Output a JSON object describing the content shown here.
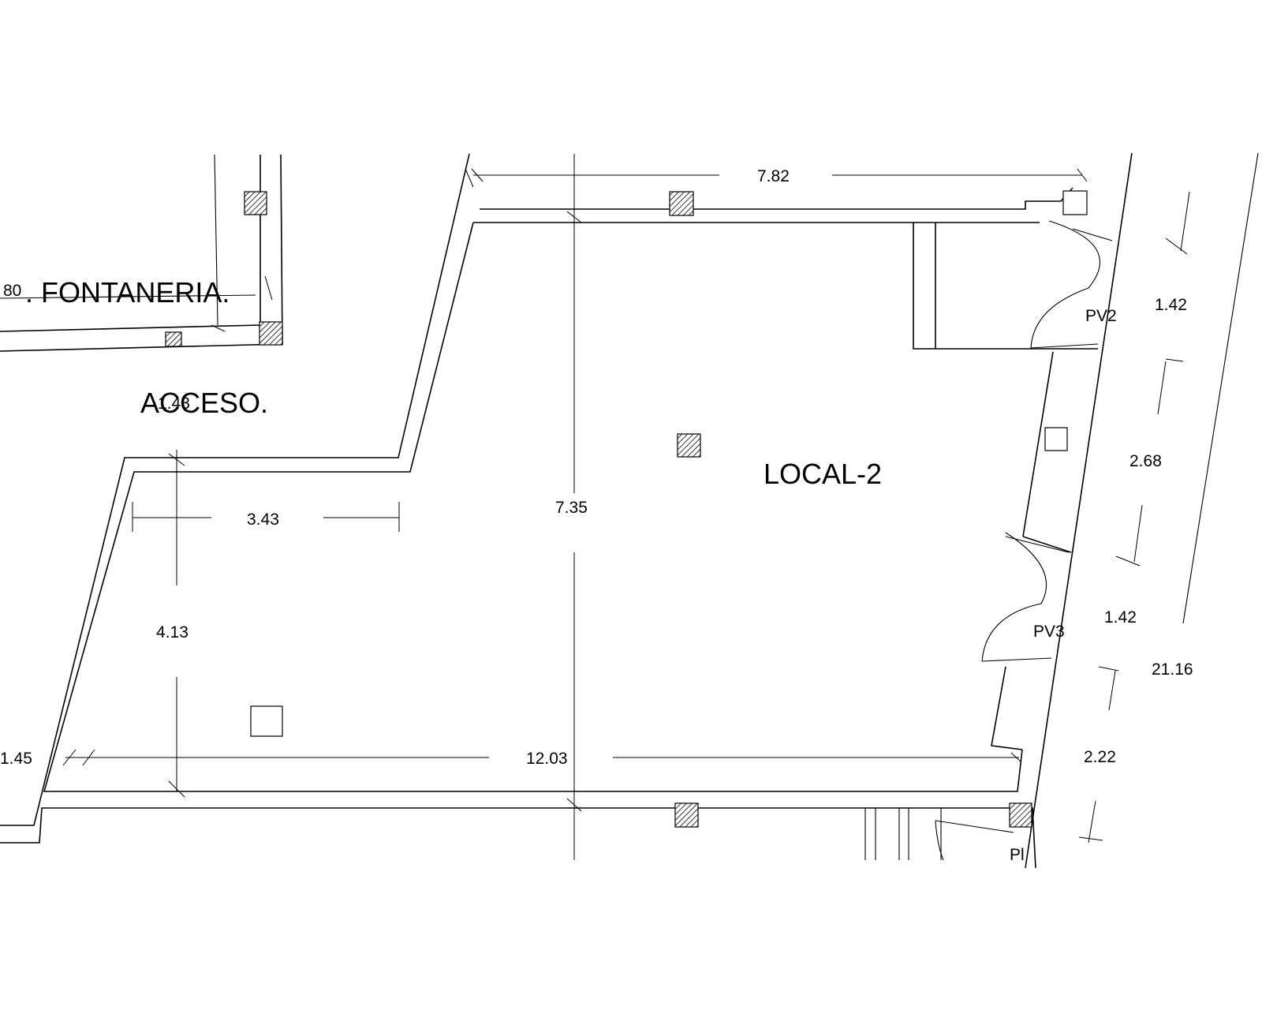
{
  "plan": {
    "rooms": {
      "fontaneria": ". FONTANERIA.",
      "acceso": "ACCESO.",
      "local": "LOCAL-2"
    },
    "doors": {
      "pv2": "PV2",
      "pv3": "PV3",
      "pl": "Pl"
    },
    "dimensions": {
      "top_width": "7.82",
      "width_343": "3.43",
      "height_735": "7.35",
      "height_413": "4.13",
      "bottom_width": "12.03",
      "left_145": "1.45",
      "overlap_143": "1.43",
      "left_80": "80",
      "facade_142_a": "1.42",
      "facade_268": "2.68",
      "facade_142_b": "1.42",
      "facade_2116": "21.16",
      "facade_222": "2.22"
    }
  }
}
